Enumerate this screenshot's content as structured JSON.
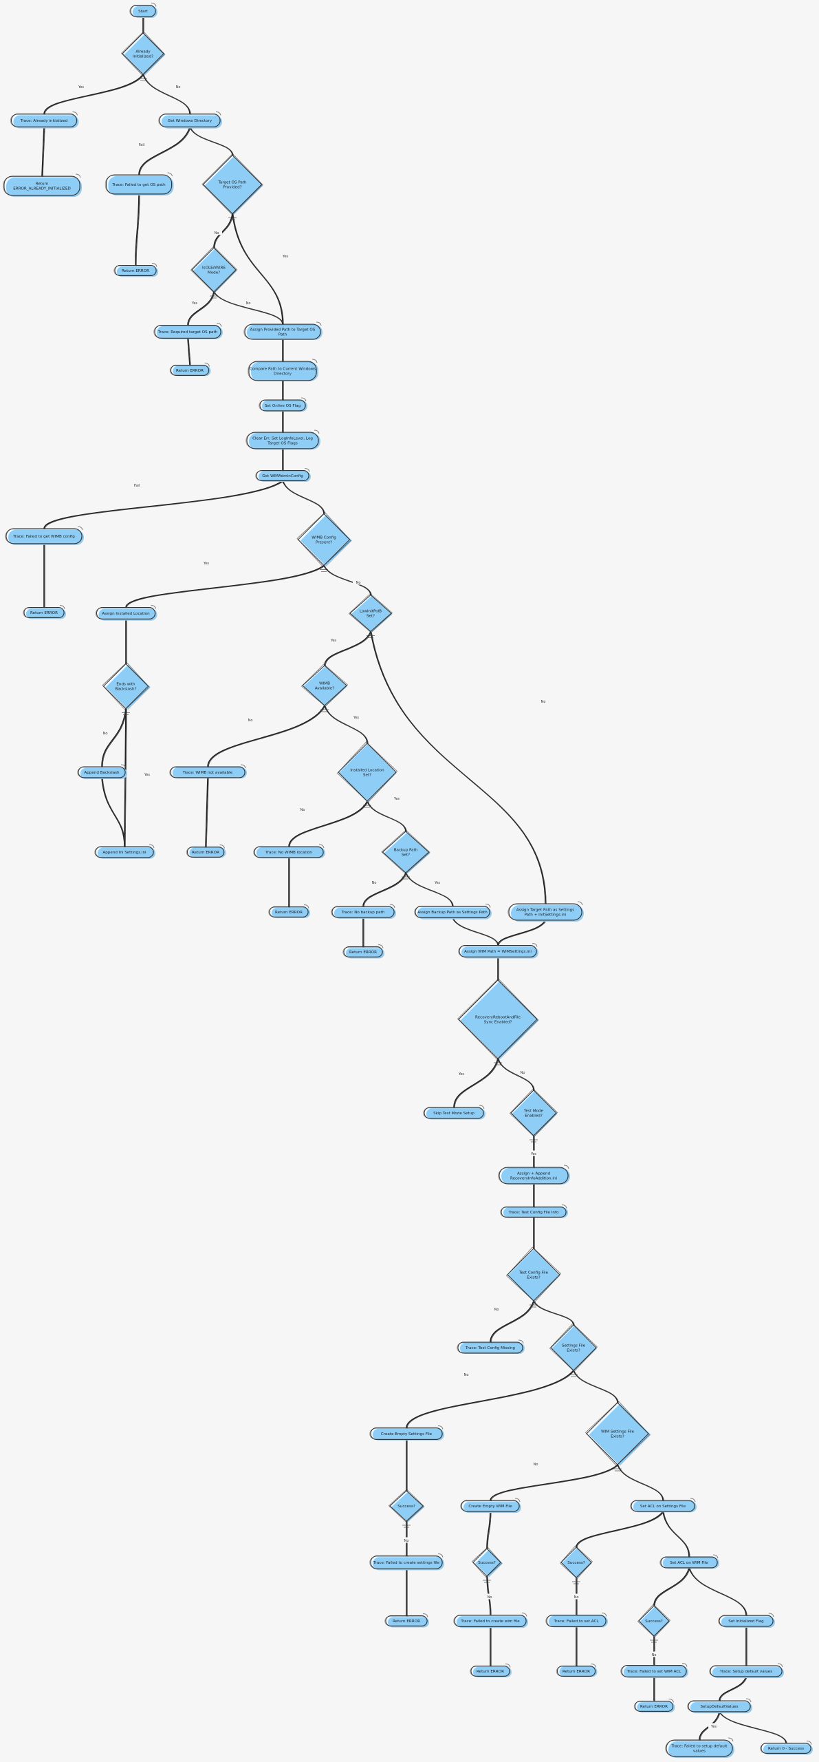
{
  "flowchart": {
    "nodes": [
      {
        "id": "n1",
        "type": "box",
        "lines": [
          "Start"
        ]
      },
      {
        "id": "n2",
        "type": "diamond",
        "lines": [
          "Already",
          "Initialized?"
        ]
      },
      {
        "id": "n3",
        "type": "box",
        "lines": [
          "Trace: Already initialized"
        ]
      },
      {
        "id": "n4",
        "type": "box",
        "lines": [
          "Return",
          "ERROR_ALREADY_INITIALIZED"
        ]
      },
      {
        "id": "n5",
        "type": "box",
        "lines": [
          "Get Windows Directory"
        ]
      },
      {
        "id": "n6",
        "type": "box",
        "lines": [
          "Trace: Failed to get OS path"
        ]
      },
      {
        "id": "n7",
        "type": "box",
        "lines": [
          "Return ERROR"
        ]
      },
      {
        "id": "n8",
        "type": "diamond",
        "lines": [
          "Target OS Path",
          "Provided?"
        ]
      },
      {
        "id": "n9",
        "type": "diamond",
        "lines": [
          "IsOLE/WARE",
          "Mode?"
        ]
      },
      {
        "id": "n10",
        "type": "box",
        "lines": [
          "Trace: Required target OS path"
        ]
      },
      {
        "id": "n11",
        "type": "box",
        "lines": [
          "Return ERROR"
        ]
      },
      {
        "id": "n12",
        "type": "box",
        "lines": [
          "Assign Provided Path to Target OS",
          "Path"
        ]
      },
      {
        "id": "n13",
        "type": "box",
        "lines": [
          "Compare Path to Current Windows",
          "Directory"
        ]
      },
      {
        "id": "n14",
        "type": "box",
        "lines": [
          "Set Online OS Flag"
        ]
      },
      {
        "id": "n15",
        "type": "box",
        "lines": [
          "Clear Err, Set LogInfoLevel, Log",
          "Target OS Flags"
        ]
      },
      {
        "id": "n16",
        "type": "box",
        "lines": [
          "Get WIMAdminConfig"
        ]
      },
      {
        "id": "n17",
        "type": "box",
        "lines": [
          "Trace: Failed to get WIMB config"
        ]
      },
      {
        "id": "n18",
        "type": "box",
        "lines": [
          "Return ERROR"
        ]
      },
      {
        "id": "n19",
        "type": "diamond",
        "lines": [
          "WIMB Config",
          "Present?"
        ]
      },
      {
        "id": "n20",
        "type": "box",
        "lines": [
          "Assign Installed Location"
        ]
      },
      {
        "id": "n21",
        "type": "diamond",
        "lines": [
          "Ends with",
          "Backslash?"
        ]
      },
      {
        "id": "n22",
        "type": "box",
        "lines": [
          "Append Backslash"
        ]
      },
      {
        "id": "n23",
        "type": "box",
        "lines": [
          "Append Ini Settings.ini"
        ]
      },
      {
        "id": "n24",
        "type": "diamond",
        "lines": [
          "LowInitPolB",
          "Set?"
        ]
      },
      {
        "id": "n25",
        "type": "diamond",
        "lines": [
          "WIMB",
          "Available?"
        ]
      },
      {
        "id": "n26",
        "type": "box",
        "lines": [
          "Trace: WIMB not available"
        ]
      },
      {
        "id": "n27",
        "type": "box",
        "lines": [
          "Return ERROR"
        ]
      },
      {
        "id": "n28",
        "type": "diamond",
        "lines": [
          "Installed Location",
          "Set?"
        ]
      },
      {
        "id": "n29",
        "type": "box",
        "lines": [
          "Trace: No WIMB location"
        ]
      },
      {
        "id": "n30",
        "type": "box",
        "lines": [
          "Return ERROR"
        ]
      },
      {
        "id": "n31",
        "type": "diamond",
        "lines": [
          "Backup Path",
          "Set?"
        ]
      },
      {
        "id": "n32",
        "type": "box",
        "lines": [
          "Trace: No backup path"
        ]
      },
      {
        "id": "n33",
        "type": "box",
        "lines": [
          "Return ERROR"
        ]
      },
      {
        "id": "n34",
        "type": "box",
        "lines": [
          "Assign Backup Path as Settings Path"
        ]
      },
      {
        "id": "n35",
        "type": "box",
        "lines": [
          "Assign Target Path as Settings",
          "Path + InitSettings.ini"
        ]
      },
      {
        "id": "n36",
        "type": "box",
        "lines": [
          "Assign WIM Path = WIMSettings.ini"
        ]
      },
      {
        "id": "n37",
        "type": "diamond",
        "lines": [
          "RecoveryRebootAndFile",
          "Sync Enabled?"
        ]
      },
      {
        "id": "n38",
        "type": "box",
        "lines": [
          "Skip Test Mode Setup"
        ]
      },
      {
        "id": "n39",
        "type": "diamond",
        "lines": [
          "Test Mode",
          "Enabled?"
        ]
      },
      {
        "id": "n40",
        "type": "box",
        "lines": [
          "Assign + Append",
          "RecoveryInfoAddition.ini"
        ]
      },
      {
        "id": "n41",
        "type": "box",
        "lines": [
          "Trace: Test Config File Info"
        ]
      },
      {
        "id": "n42",
        "type": "diamond",
        "lines": [
          "Test Config File",
          "Exists?"
        ]
      },
      {
        "id": "n43",
        "type": "box",
        "lines": [
          "Trace: Test Config Missing"
        ]
      },
      {
        "id": "n44",
        "type": "diamond",
        "lines": [
          "Settings File",
          "Exists?"
        ]
      },
      {
        "id": "n45",
        "type": "box",
        "lines": [
          "Create Empty Settings File"
        ]
      },
      {
        "id": "n46",
        "type": "diamond",
        "lines": [
          "Success?"
        ]
      },
      {
        "id": "n47",
        "type": "box",
        "lines": [
          "Trace: Failed to create settings file"
        ]
      },
      {
        "id": "n48",
        "type": "box",
        "lines": [
          "Return ERROR"
        ]
      },
      {
        "id": "n49",
        "type": "diamond",
        "lines": [
          "WIM Settings File",
          "Exists?"
        ]
      },
      {
        "id": "n50",
        "type": "box",
        "lines": [
          "Create Empty WIM File"
        ]
      },
      {
        "id": "n51",
        "type": "diamond",
        "lines": [
          "Success?"
        ]
      },
      {
        "id": "n52",
        "type": "box",
        "lines": [
          "Trace: Failed to create wim file"
        ]
      },
      {
        "id": "n53",
        "type": "box",
        "lines": [
          "Return ERROR"
        ]
      },
      {
        "id": "n54",
        "type": "box",
        "lines": [
          "Set ACL on Settings File"
        ]
      },
      {
        "id": "n55",
        "type": "diamond",
        "lines": [
          "Success?"
        ]
      },
      {
        "id": "n56",
        "type": "box",
        "lines": [
          "Trace: Failed to set ACL"
        ]
      },
      {
        "id": "n57",
        "type": "box",
        "lines": [
          "Return ERROR"
        ]
      },
      {
        "id": "n58",
        "type": "box",
        "lines": [
          "Set ACL on WIM File"
        ]
      },
      {
        "id": "n59",
        "type": "diamond",
        "lines": [
          "Success?"
        ]
      },
      {
        "id": "n60",
        "type": "box",
        "lines": [
          "Trace: Failed to set WIM ACL"
        ]
      },
      {
        "id": "n61",
        "type": "box",
        "lines": [
          "Return ERROR"
        ]
      },
      {
        "id": "n62",
        "type": "box",
        "lines": [
          "Set Initialized Flag"
        ]
      },
      {
        "id": "n63",
        "type": "box",
        "lines": [
          "Trace: Setup default values"
        ]
      },
      {
        "id": "n64",
        "type": "box",
        "lines": [
          "SetupDefaultValues"
        ]
      },
      {
        "id": "n65",
        "type": "box",
        "lines": [
          "Trace: Failed to setup default",
          "values"
        ]
      },
      {
        "id": "n66",
        "type": "box",
        "lines": [
          "Return 0 - Success"
        ]
      }
    ],
    "edges": [
      {
        "from": "n1",
        "to": "n2"
      },
      {
        "from": "n2",
        "to": "n3",
        "label": "Yes"
      },
      {
        "from": "n2",
        "to": "n5",
        "label": "No"
      },
      {
        "from": "n3",
        "to": "n4"
      },
      {
        "from": "n5",
        "to": "n6",
        "label": "Fail"
      },
      {
        "from": "n5",
        "to": "n8"
      },
      {
        "from": "n6",
        "to": "n7"
      },
      {
        "from": "n8",
        "to": "n9",
        "label": "No"
      },
      {
        "from": "n8",
        "to": "n12",
        "label": "Yes"
      },
      {
        "from": "n9",
        "to": "n10",
        "label": "Yes"
      },
      {
        "from": "n9",
        "to": "n12",
        "label": "No"
      },
      {
        "from": "n10",
        "to": "n11"
      },
      {
        "from": "n12",
        "to": "n13"
      },
      {
        "from": "n13",
        "to": "n14"
      },
      {
        "from": "n14",
        "to": "n15"
      },
      {
        "from": "n15",
        "to": "n16"
      },
      {
        "from": "n16",
        "to": "n17",
        "label": "Fail"
      },
      {
        "from": "n16",
        "to": "n19"
      },
      {
        "from": "n17",
        "to": "n18"
      },
      {
        "from": "n19",
        "to": "n20",
        "label": "Yes"
      },
      {
        "from": "n19",
        "to": "n24",
        "label": "No"
      },
      {
        "from": "n20",
        "to": "n21"
      },
      {
        "from": "n21",
        "to": "n22",
        "label": "No"
      },
      {
        "from": "n21",
        "to": "n23",
        "label": "Yes"
      },
      {
        "from": "n22",
        "to": "n23"
      },
      {
        "from": "n24",
        "to": "n25",
        "label": "Yes"
      },
      {
        "from": "n24",
        "to": "n35",
        "label": "No"
      },
      {
        "from": "n25",
        "to": "n26",
        "label": "No"
      },
      {
        "from": "n25",
        "to": "n28",
        "label": "Yes"
      },
      {
        "from": "n26",
        "to": "n27"
      },
      {
        "from": "n28",
        "to": "n29",
        "label": "No"
      },
      {
        "from": "n28",
        "to": "n31",
        "label": "Yes"
      },
      {
        "from": "n29",
        "to": "n30"
      },
      {
        "from": "n31",
        "to": "n32",
        "label": "No"
      },
      {
        "from": "n31",
        "to": "n34",
        "label": "Yes"
      },
      {
        "from": "n32",
        "to": "n33"
      },
      {
        "from": "n34",
        "to": "n36"
      },
      {
        "from": "n35",
        "to": "n36"
      },
      {
        "from": "n36",
        "to": "n37"
      },
      {
        "from": "n37",
        "to": "n38",
        "label": "Yes"
      },
      {
        "from": "n37",
        "to": "n39",
        "label": "No"
      },
      {
        "from": "n39",
        "to": "n40",
        "label": "Yes"
      },
      {
        "from": "n40",
        "to": "n41"
      },
      {
        "from": "n41",
        "to": "n42"
      },
      {
        "from": "n42",
        "to": "n43",
        "label": "No"
      },
      {
        "from": "n42",
        "to": "n44"
      },
      {
        "from": "n44",
        "to": "n45",
        "label": "No"
      },
      {
        "from": "n44",
        "to": "n49"
      },
      {
        "from": "n45",
        "to": "n46"
      },
      {
        "from": "n46",
        "to": "n47",
        "label": "No"
      },
      {
        "from": "n47",
        "to": "n48"
      },
      {
        "from": "n49",
        "to": "n50",
        "label": "No"
      },
      {
        "from": "n49",
        "to": "n54"
      },
      {
        "from": "n50",
        "to": "n51"
      },
      {
        "from": "n51",
        "to": "n52",
        "label": "No"
      },
      {
        "from": "n52",
        "to": "n53"
      },
      {
        "from": "n54",
        "to": "n55"
      },
      {
        "from": "n54",
        "to": "n58"
      },
      {
        "from": "n55",
        "to": "n56",
        "label": "No"
      },
      {
        "from": "n56",
        "to": "n57"
      },
      {
        "from": "n58",
        "to": "n59"
      },
      {
        "from": "n58",
        "to": "n62"
      },
      {
        "from": "n59",
        "to": "n60",
        "label": "No"
      },
      {
        "from": "n60",
        "to": "n61"
      },
      {
        "from": "n62",
        "to": "n63"
      },
      {
        "from": "n63",
        "to": "n64"
      },
      {
        "from": "n64",
        "to": "n65",
        "label": "Yes"
      },
      {
        "from": "n64",
        "to": "n66"
      }
    ]
  }
}
